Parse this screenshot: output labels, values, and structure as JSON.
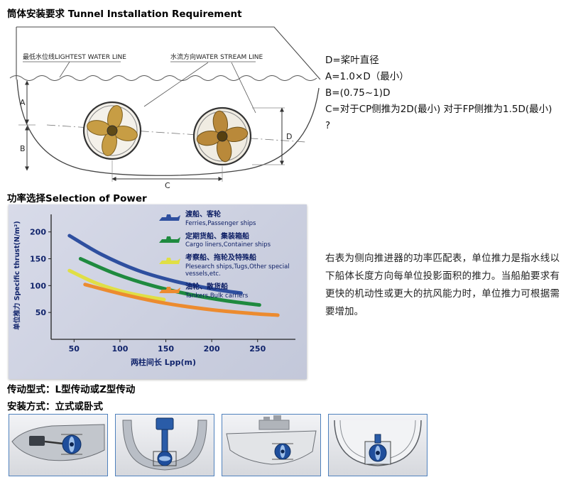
{
  "page": {
    "title1": "筒体安装要求 Tunnel Installation Requirement",
    "title2": "功率选择Selection of Power",
    "title3": "传动型式：L型传动或Z型传动",
    "title4": "安装方式：立式或卧式"
  },
  "diagram": {
    "label_lightest_water_line": "最低水位线LIGHTEST WATER LINE",
    "label_water_stream_line": "水流方向WATER STREAM LINE",
    "dim_labels": {
      "a": "A",
      "b": "B",
      "c": "C",
      "d": "D"
    }
  },
  "spec_notes": {
    "line1": "D=桨叶直径",
    "line2": "A=1.0×D（最小）",
    "line3": "B=(0.75~1)D",
    "line4": "C=对于CP侧推为2D(最小) 对于FP侧推为1.5D(最小)",
    "line5": "?"
  },
  "power_paragraph": "右表为侧向推进器的功率匹配表，单位推力是指水线以下船体长度方向每单位投影面积的推力。当船舶要求有更快的机动性或更大的抗风能力时，单位推力可根据需要增加。",
  "chart_data": {
    "type": "line",
    "title": "",
    "ylabel": "单位推力 Specific thrust(N/m²)",
    "xlabel": "两柱间长 Lpp(m)",
    "x_ticks": [
      50,
      100,
      150,
      200,
      250
    ],
    "y_ticks": [
      50,
      100,
      150,
      200
    ],
    "xlim": [
      25,
      285
    ],
    "ylim": [
      0,
      230
    ],
    "grid": false,
    "legend_position": "top-right",
    "series": [
      {
        "name": "渡船、客轮 Ferries,Passenger ships",
        "color": "#2e4f9f",
        "x": [
          45,
          80,
          120,
          160,
          200,
          232
        ],
        "y": [
          193,
          158,
          128,
          108,
          94,
          86
        ]
      },
      {
        "name": "定期货船、集装箱船 Cargo liners,Container ships",
        "color": "#1f8a3f",
        "x": [
          57,
          95,
          135,
          175,
          215,
          252
        ],
        "y": [
          150,
          122,
          100,
          84,
          72,
          64
        ]
      },
      {
        "name": "考察船、拖轮及特殊船 Plesearch ships,Tugs,Other special vessels,etc.",
        "color": "#e0df45",
        "x": [
          45,
          75,
          110,
          148
        ],
        "y": [
          128,
          104,
          86,
          74
        ]
      },
      {
        "name": "油轮、散货船 Tankers,Bulk carriers",
        "color": "#ec8b2f",
        "x": [
          62,
          105,
          150,
          200,
          245,
          272
        ],
        "y": [
          102,
          83,
          67,
          55,
          48,
          45
        ]
      }
    ],
    "legend": [
      {
        "zh": "渡船、客轮",
        "en": "Ferries,Passenger ships",
        "color": "#2e4f9f"
      },
      {
        "zh": "定期货船、集装箱船",
        "en": "Cargo liners,Container ships",
        "color": "#1f8a3f"
      },
      {
        "zh": "考察船、拖轮及特殊船",
        "en": "Plesearch ships,Tugs,Other special vessels,etc.",
        "color": "#e0df45"
      },
      {
        "zh": "油轮、散货船",
        "en": "Tankers,Bulk carriers",
        "color": "#ec8b2f"
      }
    ]
  }
}
